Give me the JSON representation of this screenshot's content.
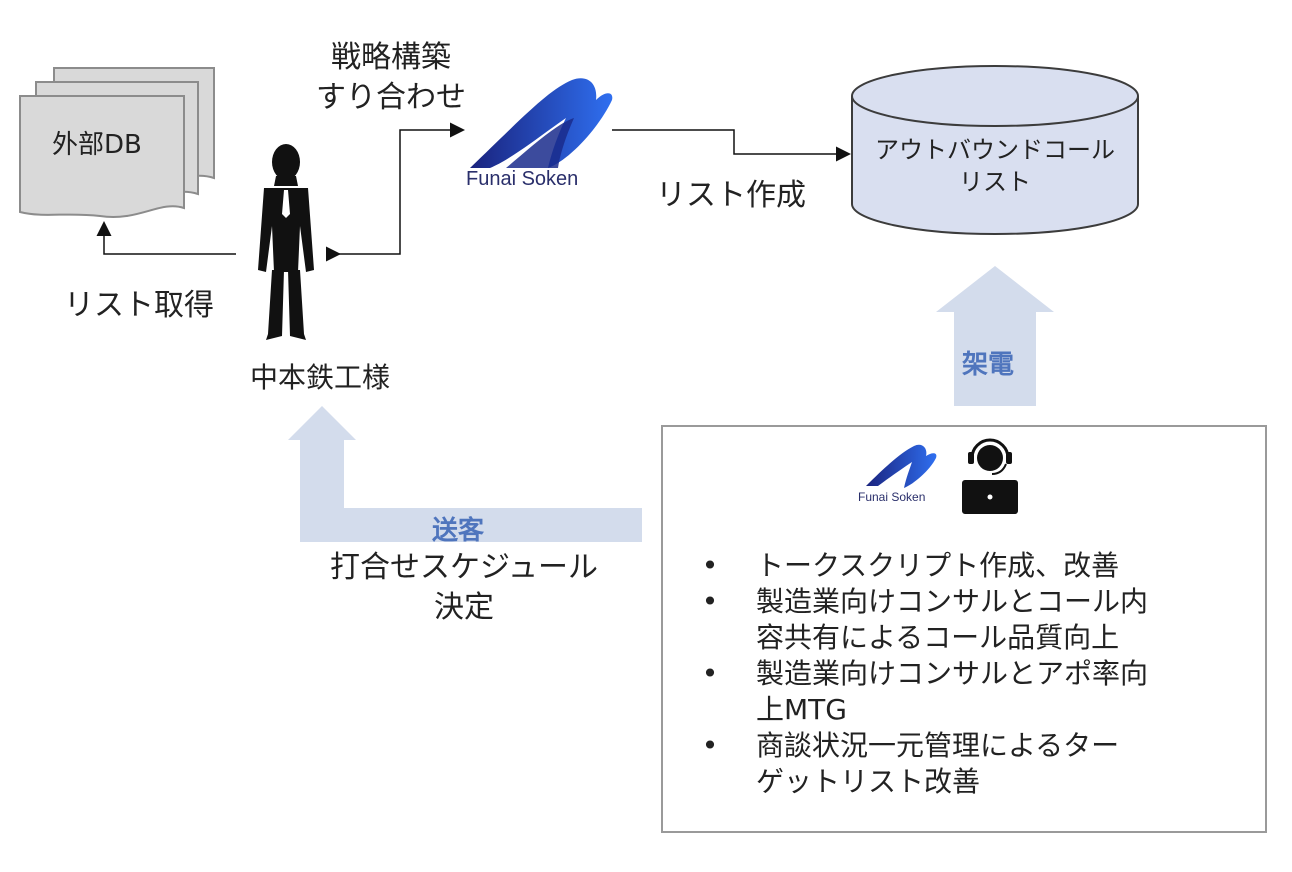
{
  "nodes": {
    "external_db": "外部DB",
    "client": "中本鉄工様",
    "call_list": [
      "アウトバウンドコール",
      "リスト"
    ],
    "logo_main": "Funai Soken",
    "logo_small": "Funai Soken"
  },
  "edges": {
    "list_get": "リスト取得",
    "strategy": [
      "戦略構築",
      "すり合わせ"
    ],
    "list_create": "リスト作成",
    "call": "架電",
    "send_customer": "送客",
    "schedule": [
      "打合せスケジュール",
      "決定"
    ]
  },
  "activities": [
    [
      "トークスクリプト作成、改善"
    ],
    [
      "製造業向けコンサルとコール内",
      "容共有によるコール品質向上"
    ],
    [
      "製造業向けコンサルとアポ率向",
      "上MTG"
    ],
    [
      "商談状況一元管理によるター",
      "ゲットリスト改善"
    ]
  ],
  "bullet_symbol": "•",
  "colors": {
    "arrow_fill": "#d3dcec",
    "accent_text": "#4f75bd",
    "cylinder_fill": "#d9dff0",
    "doc_fill": "#d9d9d9",
    "logo_blue": "#1f3a9c"
  }
}
